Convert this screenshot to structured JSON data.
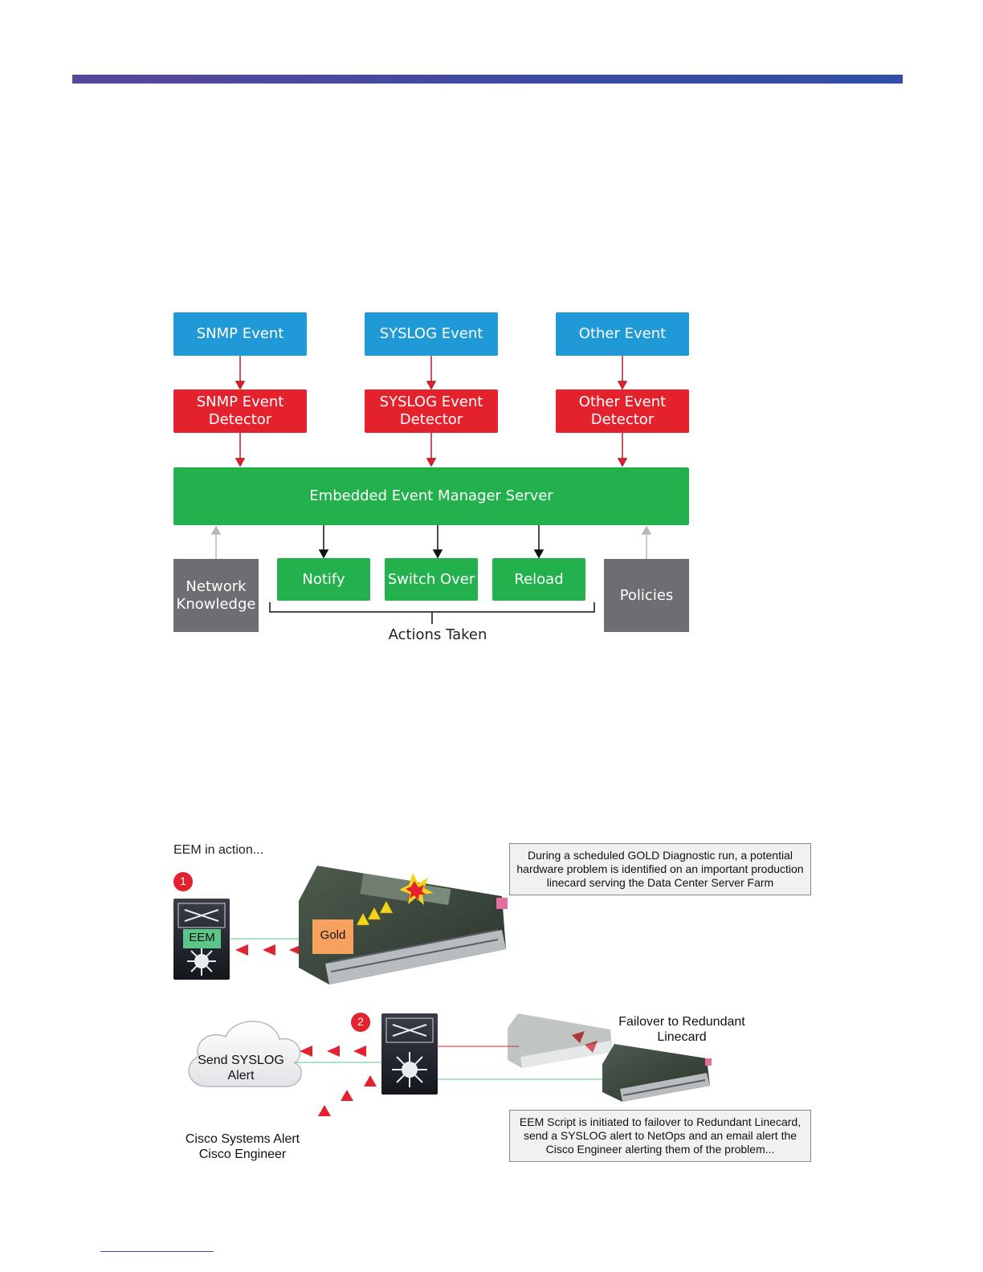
{
  "colors": {
    "header_bar": "#4a4aa0",
    "event_blue": "#1f9ad6",
    "detector_red": "#e4222d",
    "server_green": "#22b14c",
    "knowledge_gray": "#6d6e71",
    "gold_orange": "#f6a15d",
    "eem_green": "#5cc689",
    "step_badge_red": "#e4222d"
  },
  "diagram1": {
    "events": [
      "SNMP Event",
      "SYSLOG Event",
      "Other Event"
    ],
    "detectors": [
      "SNMP Event Detector",
      "SYSLOG Event Detector",
      "Other Event Detector"
    ],
    "server": "Embedded Event Manager Server",
    "inputs": {
      "network_knowledge": "Network Knowledge",
      "policies": "Policies"
    },
    "actions": [
      "Notify",
      "Switch Over",
      "Reload"
    ],
    "actions_caption": "Actions Taken"
  },
  "diagram2": {
    "title": "EEM in action...",
    "step1_badge": "1",
    "step2_badge": "2",
    "eem_label": "EEM",
    "gold_label": "Gold",
    "callout_top": "During a scheduled GOLD Diagnostic run, a potential hardware problem is identified on an important production linecard serving the Data Center Server Farm",
    "cloud_label": "Send SYSLOG Alert",
    "failover_label": "Failover to Redundant Linecard",
    "cisco_label": "Cisco Systems Alert Cisco Engineer",
    "callout_bottom": "EEM Script is initiated to failover to Redundant Linecard, send a SYSLOG alert to NetOps and an email alert the Cisco Engineer alerting them of the problem...",
    "icons": [
      "switch-icon",
      "linecard-icon",
      "explosion-icon",
      "warning-triangle-icon",
      "cloud-icon"
    ]
  }
}
